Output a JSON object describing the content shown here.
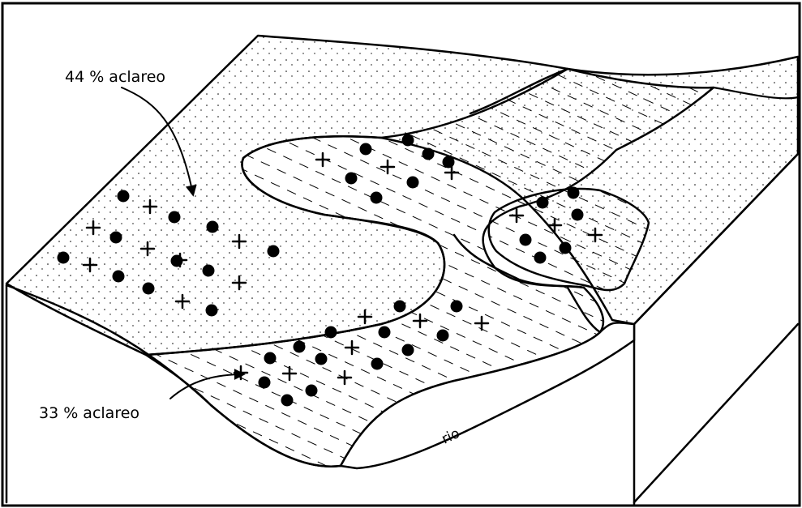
{
  "labels": {
    "upper": "44 % aclareo",
    "lower": "33 % aclareo",
    "river": "rio"
  },
  "colors": {
    "ink": "#000000",
    "paper": "#ffffff"
  }
}
